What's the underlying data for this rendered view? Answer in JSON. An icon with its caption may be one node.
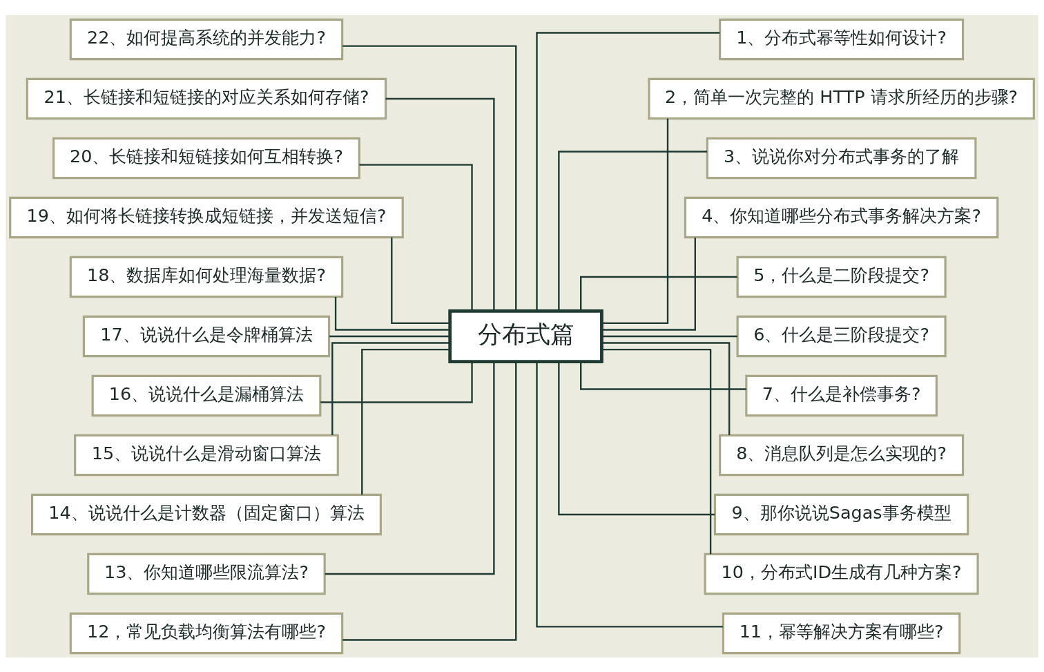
{
  "diagram": {
    "nodes": [
      {
        "text": [
          "分布式篇"
        ]
      },
      {
        "text": [
          "1、分布式幂等性如何设计?"
        ]
      },
      {
        "text": [
          "2，简单一次完整的 HTTP 请求所经历的步骤?"
        ]
      },
      {
        "text": [
          "3、说说你对分布式事务的了解"
        ]
      },
      {
        "text": [
          "4、你知道哪些分布式事务解决方案?"
        ]
      },
      {
        "text": [
          "5，什么是二阶段提交?"
        ]
      },
      {
        "text": [
          "6、什么是三阶段提交?"
        ]
      },
      {
        "text": [
          "7、什么是补偿事务?"
        ]
      },
      {
        "text": [
          "8、消息队列是怎么实现的?"
        ]
      },
      {
        "text": [
          "9、那你说说Sagas事务模型"
        ]
      },
      {
        "text": [
          "10，分布式ID生成有几种方案?"
        ]
      },
      {
        "text": [
          "11，幂等解决方案有哪些?"
        ]
      },
      {
        "text": [
          "12，常见负载均衡算法有哪些?"
        ]
      },
      {
        "text": [
          "13、你知道哪些限流算法?"
        ]
      },
      {
        "text": [
          "14、说说什么是计数器（固定窗口）算法"
        ]
      },
      {
        "text": [
          "15、说说什么是滑动窗口算法"
        ]
      },
      {
        "text": [
          "16、说说什么是漏桶算法"
        ]
      },
      {
        "text": [
          "17、说说什么是令牌桶算法"
        ]
      },
      {
        "text": [
          "18、数据库如何处理海量数据?"
        ]
      },
      {
        "text": [
          "19、如何将长链接转换成短链接，并发送短信?"
        ]
      },
      {
        "text": [
          "20、长链接和短链接如何互相转换?"
        ]
      },
      {
        "text": [
          "21、长链接和短链接的对应关系如何存储?"
        ]
      },
      {
        "text": [
          "22、如何提高系统的并发能力?"
        ]
      }
    ],
    "edges": [
      {
        "from": 0,
        "to": 1,
        "arrow": "none"
      },
      {
        "from": 0,
        "to": 2,
        "arrow": "none"
      },
      {
        "from": 0,
        "to": 3,
        "arrow": "none"
      },
      {
        "from": 0,
        "to": 4,
        "arrow": "none"
      },
      {
        "from": 0,
        "to": 5,
        "arrow": "none"
      },
      {
        "from": 0,
        "to": 6,
        "arrow": "none"
      },
      {
        "from": 0,
        "to": 7,
        "arrow": "none"
      },
      {
        "from": 0,
        "to": 8,
        "arrow": "none"
      },
      {
        "from": 0,
        "to": 9,
        "arrow": "none"
      },
      {
        "from": 0,
        "to": 10,
        "arrow": "none"
      },
      {
        "from": 0,
        "to": 11,
        "arrow": "none"
      },
      {
        "from": 0,
        "to": 12,
        "arrow": "none"
      },
      {
        "from": 0,
        "to": 13,
        "arrow": "none"
      },
      {
        "from": 0,
        "to": 14,
        "arrow": "none"
      },
      {
        "from": 0,
        "to": 15,
        "arrow": "none"
      },
      {
        "from": 0,
        "to": 16,
        "arrow": "none"
      },
      {
        "from": 0,
        "to": 17,
        "arrow": "none"
      },
      {
        "from": 0,
        "to": 18,
        "arrow": "none"
      },
      {
        "from": 0,
        "to": 19,
        "arrow": "none"
      },
      {
        "from": 0,
        "to": 20,
        "arrow": "none"
      },
      {
        "from": 0,
        "to": 21,
        "arrow": "none"
      },
      {
        "from": 0,
        "to": 22,
        "arrow": "none"
      }
    ]
  }
}
